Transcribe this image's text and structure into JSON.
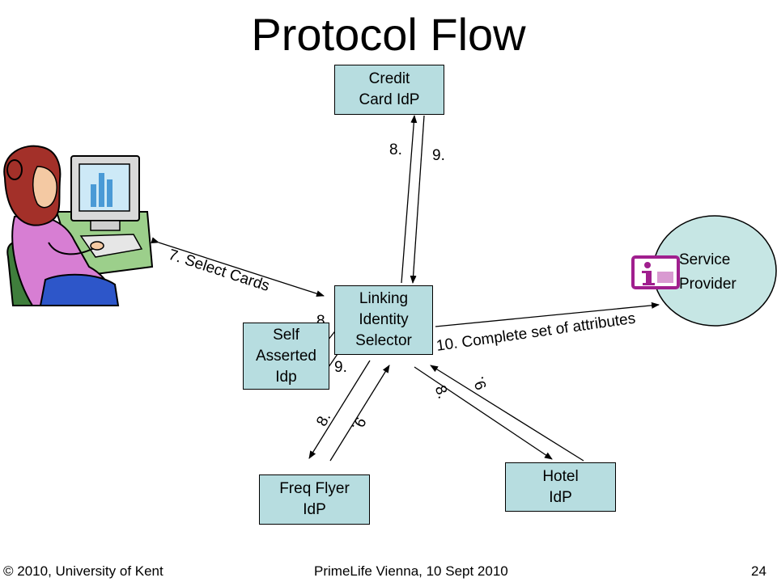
{
  "title": "Protocol Flow",
  "nodes": {
    "credit_card_idp": "Credit\nCard IdP",
    "linking_selector": "Linking\nIdentity\nSelector",
    "self_asserted": "Self\nAsserted\nIdp",
    "freq_flyer": "Freq Flyer\nIdP",
    "hotel": "Hotel\nIdP",
    "service_provider": "Service\nProvider"
  },
  "edge_labels": {
    "select_cards": "7. Select Cards",
    "complete_attributes": "10. Complete set of attributes",
    "credit_request": "8.",
    "credit_response": "9.",
    "self_request": "8.",
    "self_response": "9.",
    "freq_request": "8.",
    "freq_response": "9.",
    "hotel_request": "8.",
    "hotel_response": "9."
  },
  "footer": {
    "left": "© 2010, University of Kent",
    "center": "PrimeLife Vienna, 10 Sept 2010",
    "page": "24"
  },
  "colors": {
    "box_fill": "#b7dde0",
    "provider_fill": "#c6e6e4",
    "info_icon": "#a01f8e"
  }
}
